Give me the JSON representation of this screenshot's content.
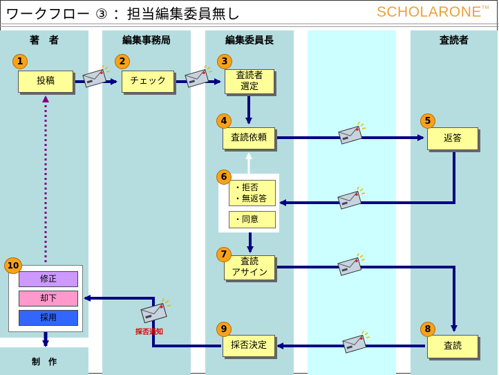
{
  "title": "ワークフロー ③ ：担当編集委員無し",
  "logo": "SCHOLARONE",
  "logo_tm": "TM",
  "lanes": {
    "author": "著　者",
    "office": "編集事務局",
    "chief": "編集委員長",
    "blank": "",
    "reviewer": "査読者"
  },
  "footer_label": "制　作",
  "steps": {
    "s1": {
      "num": "1",
      "label": "投稿"
    },
    "s2": {
      "num": "2",
      "label": "チェック"
    },
    "s3": {
      "num": "3",
      "line1": "査読者",
      "line2": "選定"
    },
    "s4": {
      "num": "4",
      "label": "査読依頼"
    },
    "s5": {
      "num": "5",
      "label": "返答"
    },
    "s6": {
      "num": "6",
      "opt1_line1": "・拒否",
      "opt1_line2": "・無返答",
      "opt2": "・同意"
    },
    "s7": {
      "num": "7",
      "line1": "査読",
      "line2": "アサイン"
    },
    "s8": {
      "num": "8",
      "label": "査読"
    },
    "s9": {
      "num": "9",
      "label": "採否決定"
    },
    "s10": {
      "num": "10",
      "opt1": "修正",
      "opt2": "却下",
      "opt3": "採用"
    }
  },
  "notice_label": "採否通知",
  "colors": {
    "lane": "#b5dde0",
    "lane_light": "#ccffff",
    "arrow": "#000080",
    "dotted": "#800080",
    "badge": "#f7a21b",
    "box": "#ffff99",
    "revise": "#cc99ff",
    "reject": "#ff99cc",
    "accept": "#3366ff",
    "notice": "#e00000"
  },
  "icons": [
    "envelope-icon"
  ]
}
